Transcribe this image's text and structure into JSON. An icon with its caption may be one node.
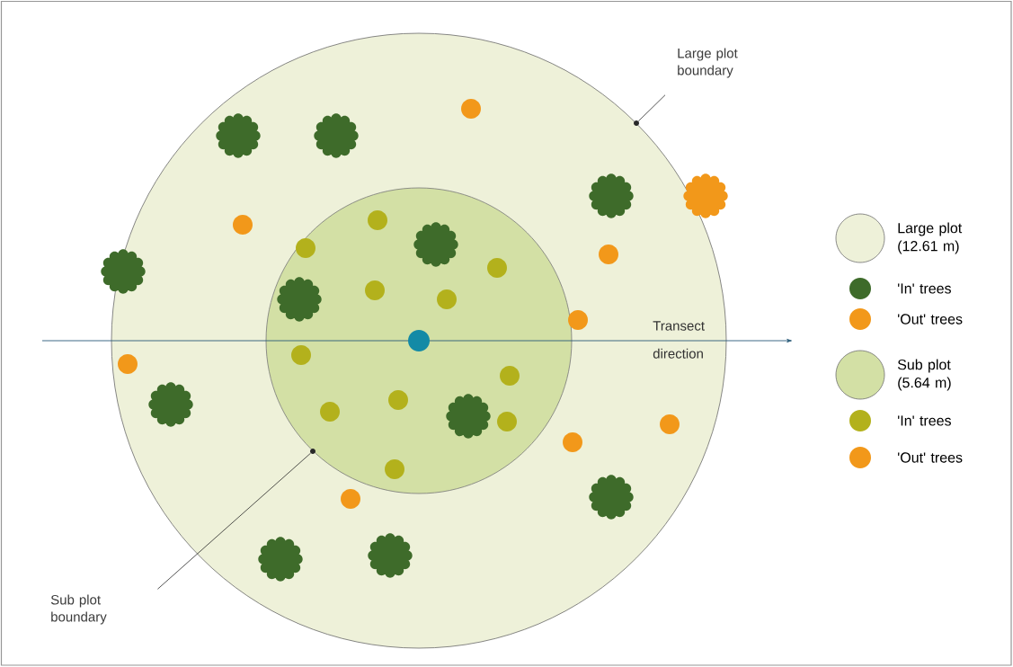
{
  "diagram": {
    "nodes": [
      {
        "text": [],
        "shape": "circle"
      },
      {
        "text": [],
        "shape": "circle",
        "in": 0
      },
      {
        "text": [
          "Large plot boundary"
        ]
      },
      {
        "text": [
          "Sub plot boundary"
        ]
      },
      {
        "text": [],
        "shape": "circle"
      },
      {
        "text": [],
        "shape": "circle",
        "in": 0
      }
    ],
    "edges": [
      {
        "from": 2,
        "to": 4,
        "arrow": "none"
      },
      {
        "from": 3,
        "to": 5,
        "arrow": "none"
      }
    ],
    "labels": [
      "Transect direction"
    ],
    "legend": [
      {
        "text": "Large plot (12.61 m)",
        "color": "#eef1d9"
      },
      {
        "text": "'In' trees",
        "color": "#3e6b2a"
      },
      {
        "text": "'Out' trees",
        "color": "#f2981a"
      },
      {
        "text": "Sub plot (5.64 m)",
        "color": "#d3e0a5"
      },
      {
        "text": "'In' trees",
        "color": "#b3b11c"
      },
      {
        "text": "'Out' trees",
        "color": "#f2981a"
      }
    ]
  }
}
